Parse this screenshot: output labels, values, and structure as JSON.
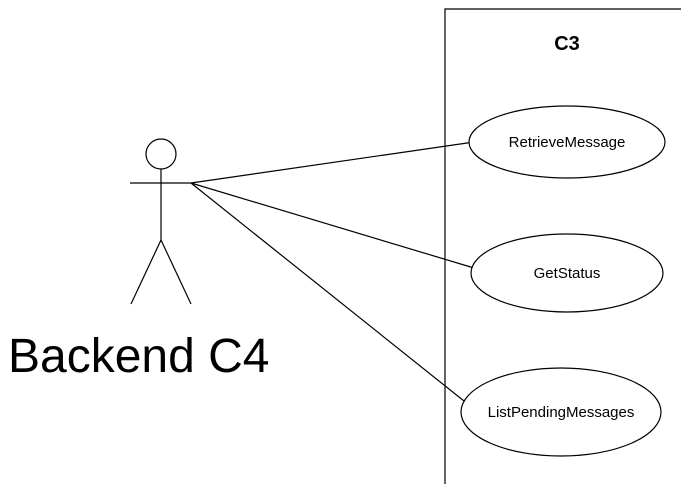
{
  "system": {
    "title": "C3"
  },
  "actor": {
    "name": "Backend C4"
  },
  "use_cases": [
    {
      "id": "retrieve-message",
      "label": "RetrieveMessage"
    },
    {
      "id": "get-status",
      "label": "GetStatus"
    },
    {
      "id": "list-pending-messages",
      "label": "ListPendingMessages"
    }
  ],
  "colors": {
    "line": "#000000",
    "background": "#ffffff"
  }
}
